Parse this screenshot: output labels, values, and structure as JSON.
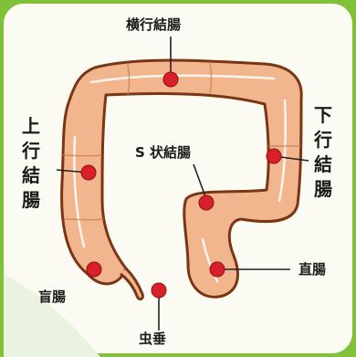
{
  "labels": {
    "transverse_colon": "横行結腸",
    "ascending_colon": [
      "上",
      "行",
      "結",
      "腸"
    ],
    "descending_colon": [
      "下",
      "行",
      "結",
      "腸"
    ],
    "sigmoid_colon": "S 状結腸",
    "rectum": "直腸",
    "cecum": "盲腸",
    "appendix": "虫垂"
  },
  "colors": {
    "background": "#7fc23a",
    "panel": "#fbfbf3",
    "colon_fill": "#f2b68f",
    "colon_outline": "#7a3512",
    "marker": "#d8202a",
    "leader_line": "#222222"
  }
}
